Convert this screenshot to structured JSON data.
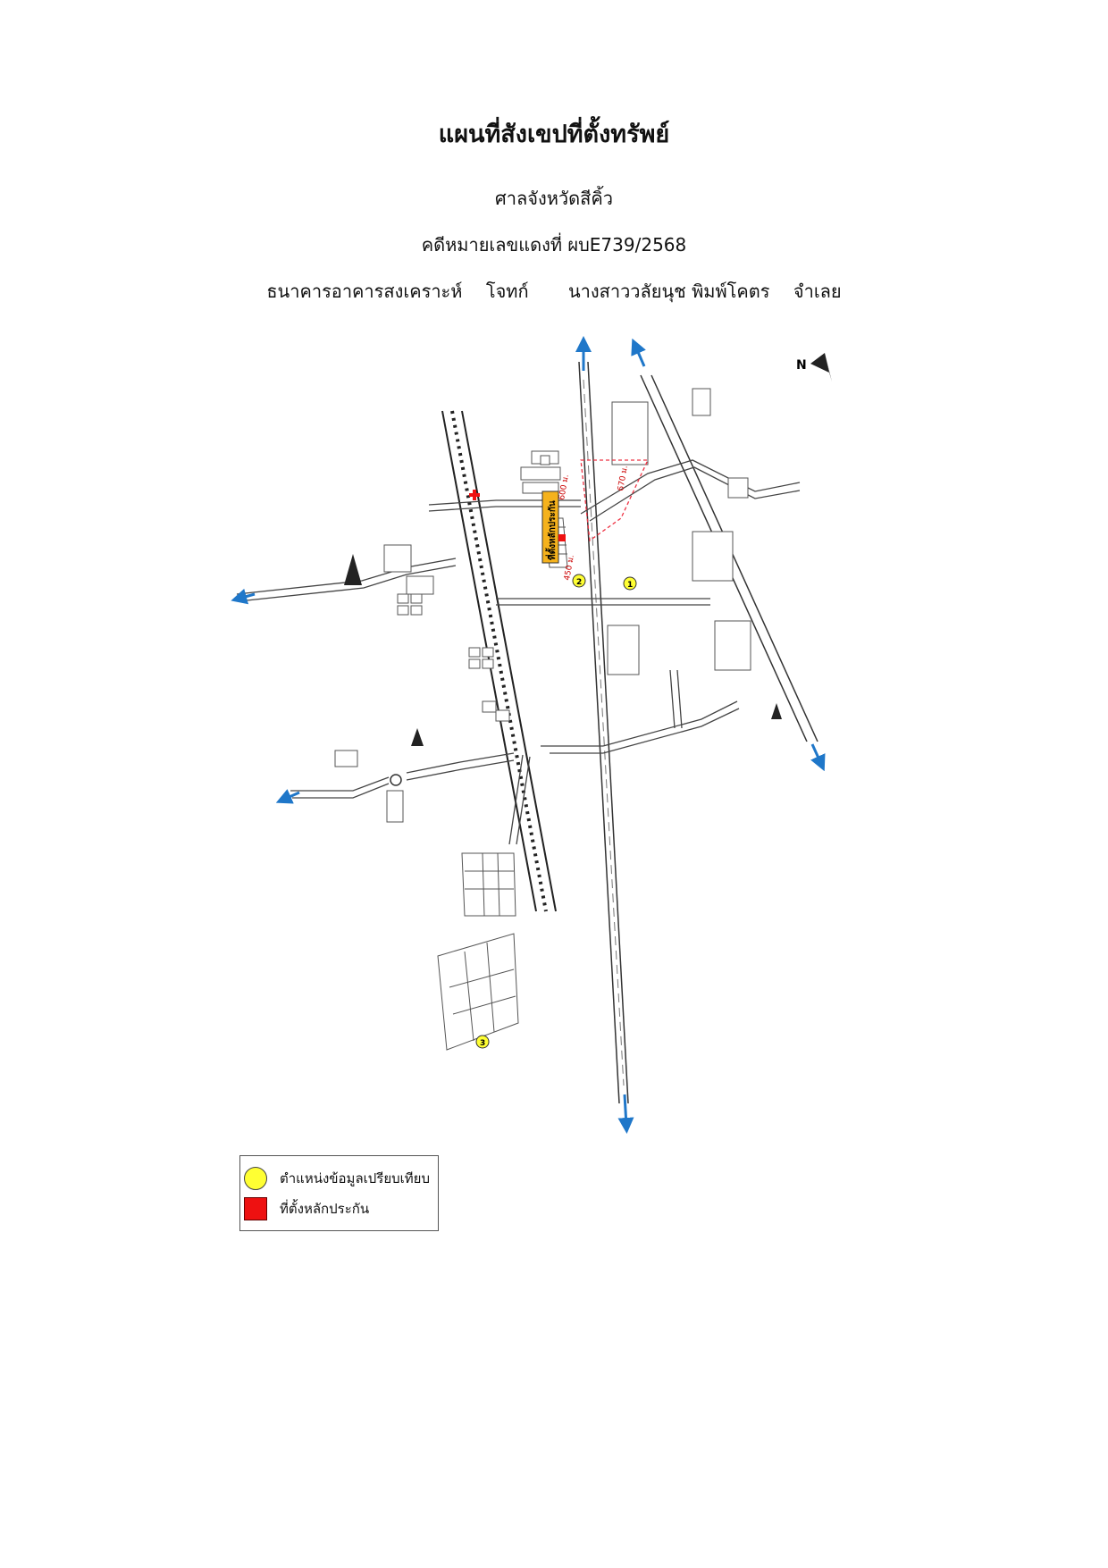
{
  "header": {
    "title": "แผนที่สังเขปที่ตั้งทรัพย์",
    "court": "ศาลจังหวัดสีคิ้ว",
    "case_line": "คดีหมายเลขแดงที่  ผบE739/2568",
    "plaintiff": "ธนาคารอาคารสงเคราะห์",
    "plaintiff_role": "โจทก์",
    "defendant": "นางสาววลัยนุช พิมพ์โคตร",
    "defendant_role": "จำเลย"
  },
  "map": {
    "north_letter": "N",
    "colors": {
      "road_arrow": "#1f77c9",
      "marker": "#ffff33",
      "collateral": "#ee1111",
      "label_box": "#f5b21c"
    },
    "markers": [
      {
        "number": "1"
      },
      {
        "number": "2"
      },
      {
        "number": "3"
      }
    ],
    "distances": {
      "d600": "600 ม.",
      "d670": "670 ม.",
      "d450": "450 ม."
    },
    "collateral_label": "ที่ตั้งหลักประกัน"
  },
  "legend": {
    "comparison": "ตำแหน่งข้อมูลเปรียบเทียบ",
    "collateral": "ที่ตั้งหลักประกัน"
  }
}
